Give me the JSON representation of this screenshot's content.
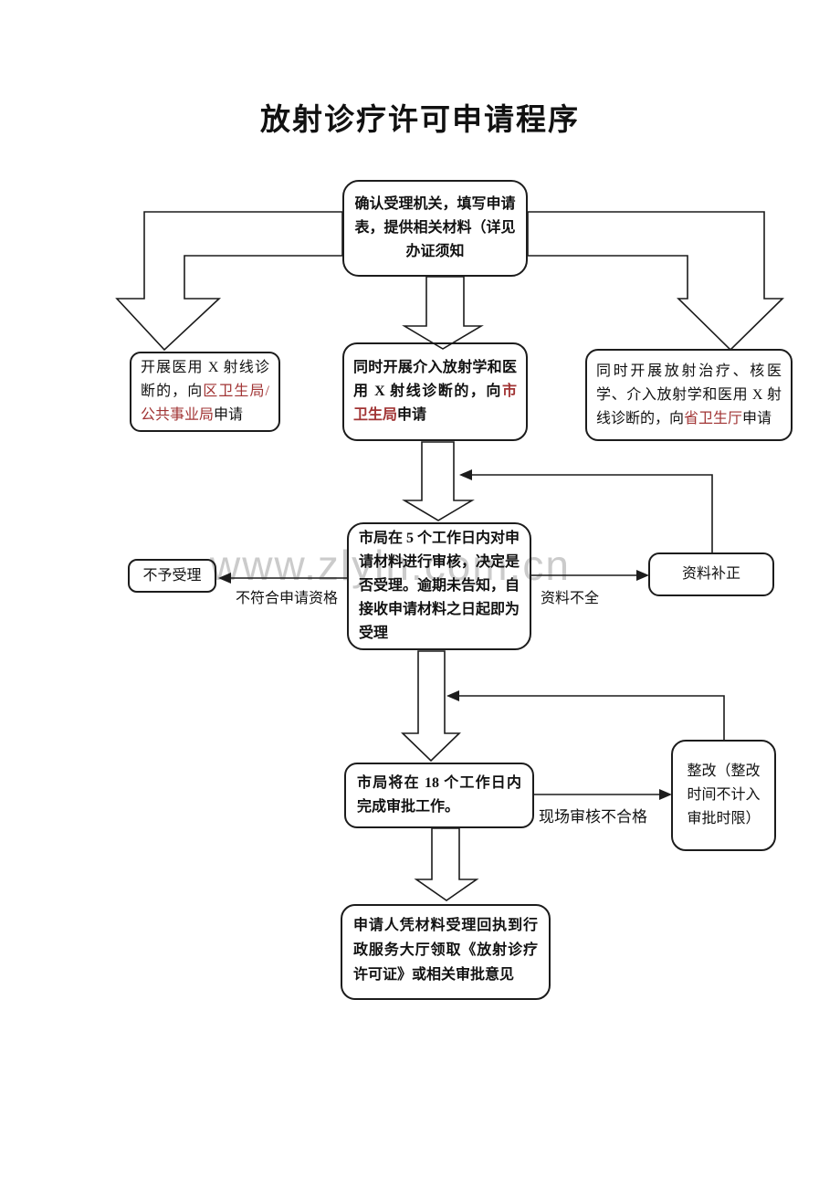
{
  "page": {
    "title": "放射诊疗许可申请程序",
    "watermark": "www.zlyln.com.cn"
  },
  "colors": {
    "accent_red": "#a13434",
    "line_black": "#1c1c1c",
    "watermark_gray": "#b9b9b9"
  },
  "nodes": {
    "start": {
      "text": "确认受理机关，填写申请表，提供相关材料（详见办证须知"
    },
    "branch_left": {
      "pre": "开展医用 X 射线诊断的，向",
      "red": "区卫生局/公共事业局",
      "post": "申请"
    },
    "branch_center": {
      "pre": "同时开展介入放射学和医用 X 射线诊断的，向",
      "red": "市卫生局",
      "post": "申请"
    },
    "branch_right": {
      "pre": "同时开展放射治疗、核医学、介入放射学和医用 X 射线诊断的，向",
      "red": "省卫生厅",
      "post": "申请"
    },
    "review": {
      "text": "市局在 5 个工作日内对申请材料进行审核，决定是否受理。逾期未告知，自接收申请材料之日起即为受理"
    },
    "reject": {
      "text": "不予受理"
    },
    "supplement": {
      "text": "资料补正"
    },
    "approve": {
      "text": "市局将在 18 个工作日内完成审批工作。"
    },
    "rectify": {
      "text": "整改（整改时间不计入审批时限）"
    },
    "final": {
      "text": "申请人凭材料受理回执到行政服务大厅领取《放射诊疗许可证》或相关审批意见"
    }
  },
  "edge_labels": {
    "not_qualified": "不符合申请资格",
    "incomplete": "资料不全",
    "onsite_fail": "现场审核不合格"
  }
}
